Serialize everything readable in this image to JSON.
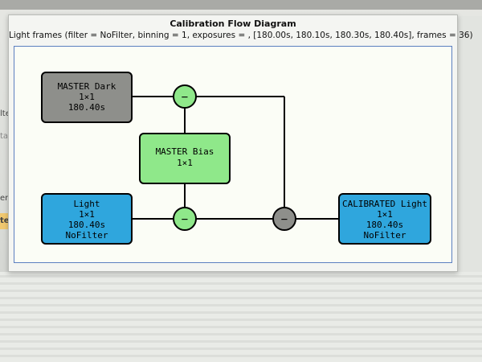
{
  "window": {
    "title": "Calibration Flow Diagram",
    "subtitle": "Light frames (filter = NoFilter, binning = 1, exposures = , [180.00s, 180.10s, 180.30s, 180.40s], frames = 36)"
  },
  "background": {
    "edge_labels": [
      "lte",
      "ta",
      "er",
      "te"
    ]
  },
  "diagram": {
    "nodes": {
      "master_dark": {
        "lines": [
          "MASTER Dark",
          "1×1",
          "180.40s"
        ],
        "fill": "#8e8f8b"
      },
      "master_bias": {
        "lines": [
          "MASTER Bias",
          "1×1"
        ],
        "fill": "#8fe88a"
      },
      "light": {
        "lines": [
          "Light",
          "1×1",
          "180.40s",
          "NoFilter"
        ],
        "fill": "#2fa6dd"
      },
      "calibrated_light": {
        "lines": [
          "CALIBRATED Light",
          "1×1",
          "180.40s",
          "NoFilter"
        ],
        "fill": "#2fa6dd"
      }
    },
    "operators": {
      "subtract_bias_from_dark": {
        "symbol": "−",
        "fill": "#8fe88a"
      },
      "subtract_bias_from_light": {
        "symbol": "−",
        "fill": "#8fe88a"
      },
      "subtract_dark": {
        "symbol": "−",
        "fill": "#8e8f8b"
      }
    }
  }
}
